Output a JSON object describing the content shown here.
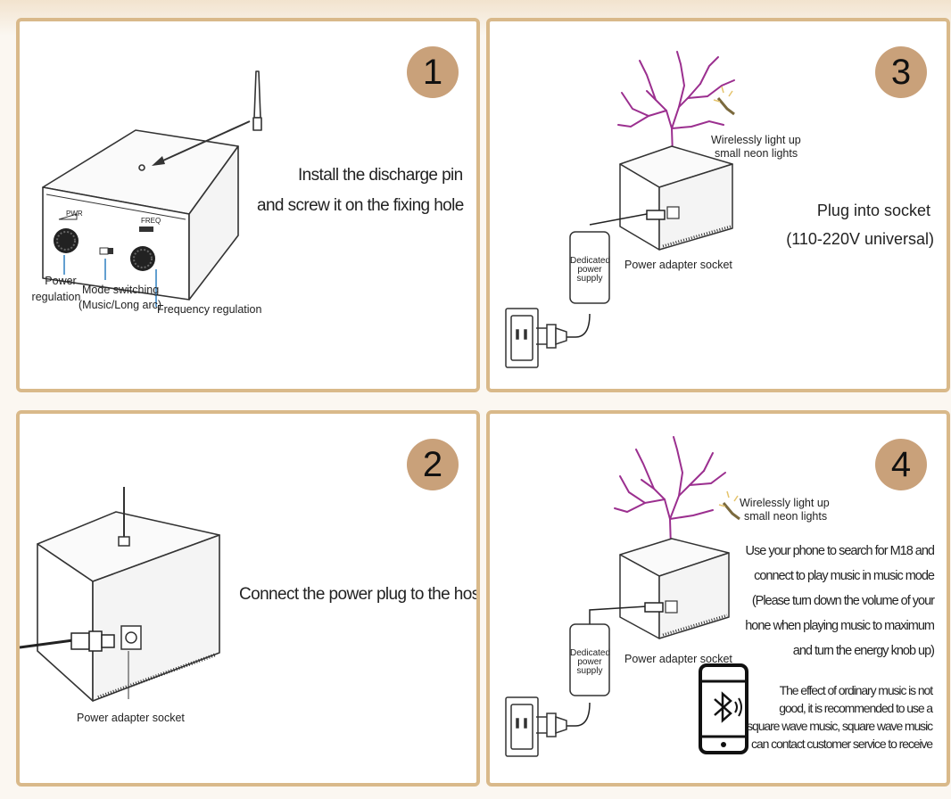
{
  "colors": {
    "panel_border": "#d9b98a",
    "badge": "#c9a17a",
    "line_art": "#333333",
    "arc": "#9b2f8f"
  },
  "step1": {
    "number": "1",
    "instruction_line1": "Install the discharge pin",
    "instruction_line2": "and screw it on the fixing hole",
    "knob_pwr": "PWR",
    "knob_freq": "FREQ",
    "label_power_line1": "Power",
    "label_power_line2": "regulation",
    "label_mode_line1": "Mode switching",
    "label_mode_line2": "(Music/Long arc)",
    "label_frequency": "Frequency regulation"
  },
  "step2": {
    "number": "2",
    "instruction": "Connect the power plug to the host",
    "label_socket": "Power adapter socket"
  },
  "step3": {
    "number": "3",
    "neon_line1": "Wirelessly light up",
    "neon_line2": "small neon lights",
    "instruction_line1": "Plug into socket",
    "instruction_line2": "(110-220V universal)",
    "adapter_line1": "Dedicated",
    "adapter_line2": "power",
    "adapter_line3": "supply",
    "label_socket": "Power adapter socket"
  },
  "step4": {
    "number": "4",
    "neon_line1": "Wirelessly light up",
    "neon_line2": "small neon lights",
    "adapter_line1": "Dedicated",
    "adapter_line2": "power",
    "adapter_line3": "supply",
    "label_socket": "Power adapter socket",
    "instruction_lines": [
      "Use your phone to search for M18 and",
      "connect to play music in music mode",
      "(Please turn down the volume of your",
      "hone when playing music to maximum",
      "and turn the energy knob up)"
    ],
    "note_lines": [
      "The effect of ordinary music is not",
      "good, it is recommended to use a",
      "square wave music, square wave music",
      "can contact customer service to receive"
    ]
  }
}
